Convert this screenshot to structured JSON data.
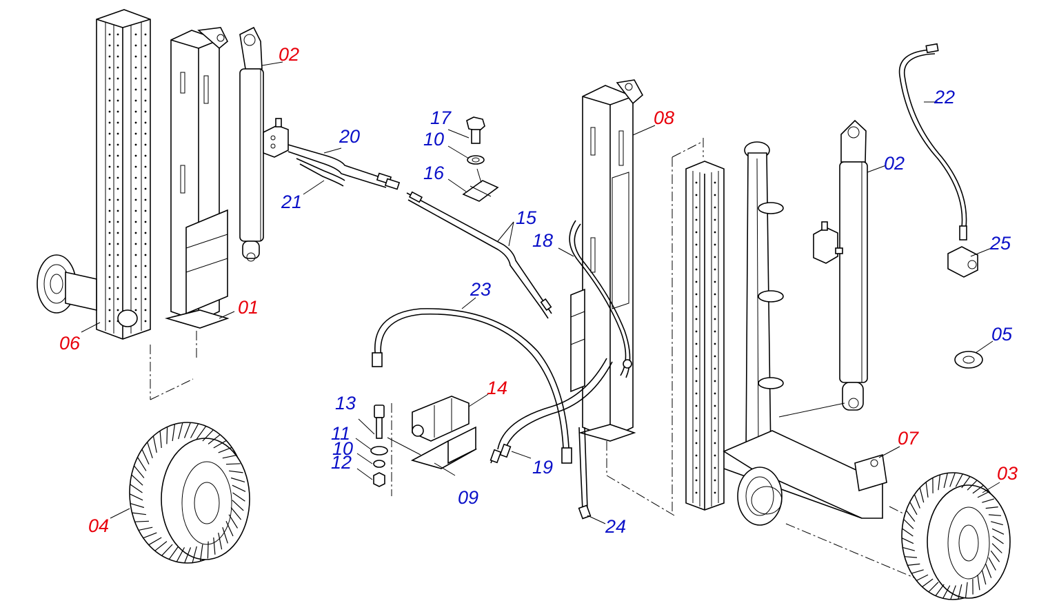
{
  "diagram": {
    "colors": {
      "red": "#e8000b",
      "blue": "#0a10c8",
      "ink": "#000000"
    },
    "labels": [
      {
        "id": "l01",
        "text": "01",
        "color": "red"
      },
      {
        "id": "l02a",
        "text": "02",
        "color": "red"
      },
      {
        "id": "l02b",
        "text": "02",
        "color": "blue"
      },
      {
        "id": "l03",
        "text": "03",
        "color": "red"
      },
      {
        "id": "l04",
        "text": "04",
        "color": "red"
      },
      {
        "id": "l05",
        "text": "05",
        "color": "blue"
      },
      {
        "id": "l06",
        "text": "06",
        "color": "red"
      },
      {
        "id": "l07",
        "text": "07",
        "color": "red"
      },
      {
        "id": "l08",
        "text": "08",
        "color": "red"
      },
      {
        "id": "l09",
        "text": "09",
        "color": "blue"
      },
      {
        "id": "l10a",
        "text": "10",
        "color": "blue"
      },
      {
        "id": "l10b",
        "text": "10",
        "color": "blue"
      },
      {
        "id": "l11",
        "text": "11",
        "color": "blue"
      },
      {
        "id": "l12",
        "text": "12",
        "color": "blue"
      },
      {
        "id": "l13",
        "text": "13",
        "color": "blue"
      },
      {
        "id": "l14",
        "text": "14",
        "color": "red"
      },
      {
        "id": "l15",
        "text": "15",
        "color": "blue"
      },
      {
        "id": "l16",
        "text": "16",
        "color": "blue"
      },
      {
        "id": "l17",
        "text": "17",
        "color": "blue"
      },
      {
        "id": "l18",
        "text": "18",
        "color": "blue"
      },
      {
        "id": "l19",
        "text": "19",
        "color": "blue"
      },
      {
        "id": "l20",
        "text": "20",
        "color": "blue"
      },
      {
        "id": "l21",
        "text": "21",
        "color": "blue"
      },
      {
        "id": "l22",
        "text": "22",
        "color": "blue"
      },
      {
        "id": "l23",
        "text": "23",
        "color": "blue"
      },
      {
        "id": "l24",
        "text": "24",
        "color": "blue"
      },
      {
        "id": "l25",
        "text": "25",
        "color": "blue"
      }
    ]
  }
}
